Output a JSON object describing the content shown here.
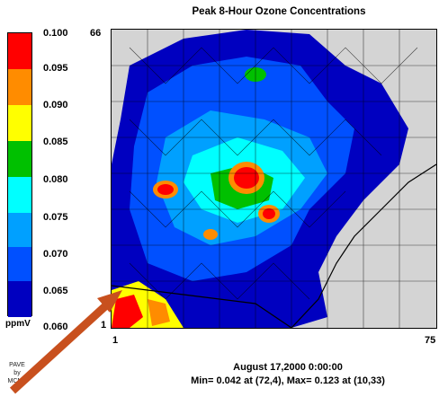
{
  "title": "Peak 8-Hour Ozone Concentrations",
  "legend": {
    "unit_label": "ppmV",
    "levels": [
      "0.100",
      "0.095",
      "0.090",
      "0.085",
      "0.080",
      "0.075",
      "0.070",
      "0.065",
      "0.060"
    ],
    "colors": [
      "#ff0000",
      "#ff8c00",
      "#ffff00",
      "#00c000",
      "#00ffff",
      "#00a0ff",
      "#0050ff",
      "#0000c0",
      "#d4d4d4"
    ]
  },
  "credit": {
    "line1": "PAVE",
    "line2": "by",
    "line3": "MCNC"
  },
  "axes": {
    "y_max_label": "66",
    "y_min_label": "1",
    "x_min_label": "1",
    "x_max_label": "75"
  },
  "footer": {
    "date": "August 17,2000 0:00:00",
    "stats": "Min= 0.042 at (72,4), Max= 0.123 at (10,33)"
  }
}
